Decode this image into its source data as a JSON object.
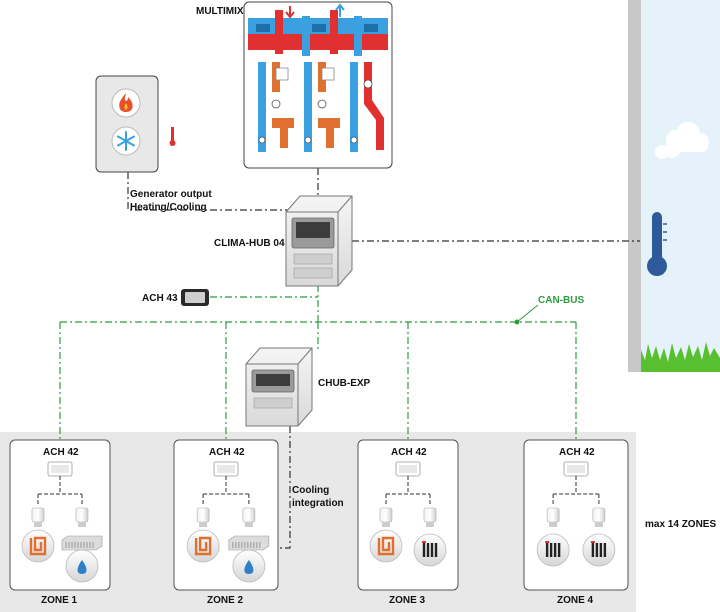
{
  "multimix": {
    "title": "MULTIMIX"
  },
  "generator": {
    "output_label_line1": "Generator output",
    "output_label_line2": "Heating/Cooling"
  },
  "hub": {
    "label": "CLIMA-HUB 04"
  },
  "ach43": {
    "label": "ACH 43"
  },
  "bus": {
    "label": "CAN-BUS"
  },
  "expansion": {
    "label": "CHUB-EXP"
  },
  "cooling": {
    "line1": "Cooling",
    "line2": "integration"
  },
  "zones": {
    "max_label": "max 14 ZONES",
    "items": [
      {
        "name": "ZONE 1",
        "device": "ACH 42"
      },
      {
        "name": "ZONE 2",
        "device": "ACH 42"
      },
      {
        "name": "ZONE 3",
        "device": "ACH 42"
      },
      {
        "name": "ZONE 4",
        "device": "ACH 42"
      }
    ]
  },
  "colors": {
    "can_bus": "#2e9b3e",
    "link": "#333333",
    "hot": "#e03030",
    "cold": "#3aa0e0",
    "sky": "#e6f2fa",
    "grass": "#58c030",
    "zone_band": "#e8e8e8"
  }
}
